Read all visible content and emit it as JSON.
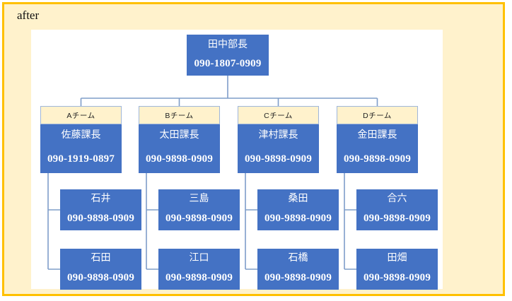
{
  "panel": {
    "label": "after"
  },
  "palette": {
    "card_border": "#FFC000",
    "card_bg": "#FFF2CC",
    "node_bg": "#4472C4",
    "node_text": "#FFFFFF",
    "connector": "#7F9DC9",
    "label_border": "#9FB6DA"
  },
  "org": {
    "root": {
      "name": "田中部長",
      "phone": "090-1807-0909"
    },
    "teams": [
      {
        "label": "Aチーム",
        "manager": {
          "name": "佐藤課長",
          "phone": "090-1919-0897"
        },
        "members": [
          {
            "name": "石井",
            "phone": "090-9898-0909"
          },
          {
            "name": "石田",
            "phone": "090-9898-0909"
          }
        ]
      },
      {
        "label": "Bチーム",
        "manager": {
          "name": "太田課長",
          "phone": "090-9898-0909"
        },
        "members": [
          {
            "name": "三島",
            "phone": "090-9898-0909"
          },
          {
            "name": "江口",
            "phone": "090-9898-0909"
          }
        ]
      },
      {
        "label": "Cチーム",
        "manager": {
          "name": "津村課長",
          "phone": "090-9898-0909"
        },
        "members": [
          {
            "name": "桑田",
            "phone": "090-9898-0909"
          },
          {
            "name": "石橋",
            "phone": "090-9898-0909"
          }
        ]
      },
      {
        "label": "Dチーム",
        "manager": {
          "name": "金田課長",
          "phone": "090-9898-0909"
        },
        "members": [
          {
            "name": "合六",
            "phone": "090-9898-0909"
          },
          {
            "name": "田畑",
            "phone": "090-9898-0909"
          }
        ]
      }
    ]
  }
}
